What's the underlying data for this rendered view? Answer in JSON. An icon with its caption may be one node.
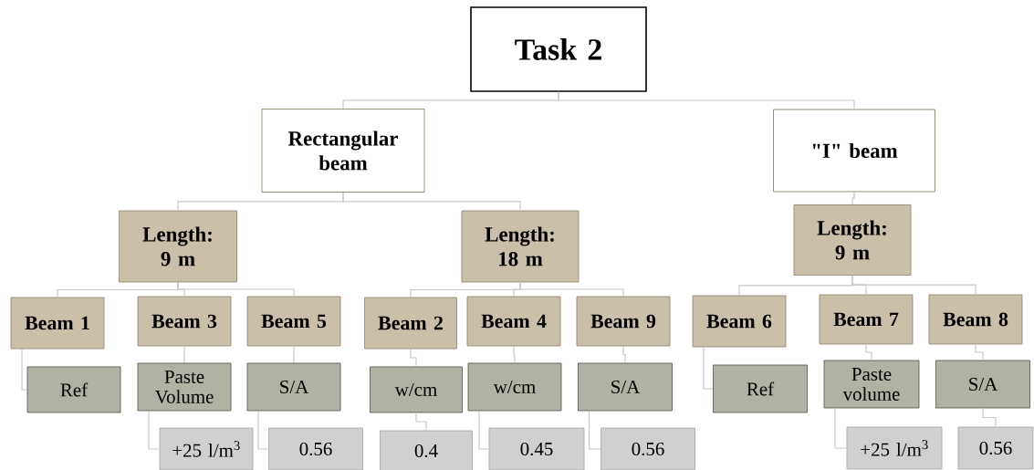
{
  "diagram": {
    "nodes": [
      {
        "text": [
          "Task 2"
        ]
      },
      {
        "text": [
          "Rectangular beam"
        ]
      },
      {
        "text": [
          "\"I\" beam"
        ]
      },
      {
        "text": [
          "Length: 9 m"
        ]
      },
      {
        "text": [
          "Length: 18 m"
        ]
      },
      {
        "text": [
          "Length: 9 m"
        ]
      },
      {
        "text": [
          "Beam 1"
        ]
      },
      {
        "text": [
          "Beam 3"
        ]
      },
      {
        "text": [
          "Beam 5"
        ]
      },
      {
        "text": [
          "Beam 2"
        ]
      },
      {
        "text": [
          "Beam 4"
        ]
      },
      {
        "text": [
          "Beam 9"
        ]
      },
      {
        "text": [
          "Beam 6"
        ]
      },
      {
        "text": [
          "Beam 7"
        ]
      },
      {
        "text": [
          "Beam 8"
        ]
      },
      {
        "text": [
          "Ref"
        ]
      },
      {
        "text": [
          "Paste Volume"
        ]
      },
      {
        "text": [
          "S/A"
        ]
      },
      {
        "text": [
          "w/cm"
        ]
      },
      {
        "text": [
          "w/cm"
        ]
      },
      {
        "text": [
          "S/A"
        ]
      },
      {
        "text": [
          "Ref"
        ]
      },
      {
        "text": [
          "Paste volume"
        ]
      },
      {
        "text": [
          "S/A"
        ]
      },
      {
        "text": [
          "+25 l/m$^{3}$"
        ]
      },
      {
        "text": [
          "0.56"
        ]
      },
      {
        "text": [
          "0.4"
        ]
      },
      {
        "text": [
          "0.45"
        ]
      },
      {
        "text": [
          "0.56"
        ]
      },
      {
        "text": [
          "+25 l/m$^{3}$"
        ]
      },
      {
        "text": [
          "0.56"
        ]
      }
    ],
    "edges": [
      {
        "from": 0,
        "to": 1,
        "arrow": "none"
      },
      {
        "from": 0,
        "to": 2,
        "arrow": "none"
      },
      {
        "from": 1,
        "to": 3,
        "arrow": "none"
      },
      {
        "from": 1,
        "to": 4,
        "arrow": "none"
      },
      {
        "from": 2,
        "to": 5,
        "arrow": "none"
      },
      {
        "from": 3,
        "to": 6,
        "arrow": "none"
      },
      {
        "from": 3,
        "to": 7,
        "arrow": "none"
      },
      {
        "from": 3,
        "to": 8,
        "arrow": "none"
      },
      {
        "from": 4,
        "to": 9,
        "arrow": "none"
      },
      {
        "from": 4,
        "to": 10,
        "arrow": "none"
      },
      {
        "from": 4,
        "to": 11,
        "arrow": "none"
      },
      {
        "from": 5,
        "to": 12,
        "arrow": "none"
      },
      {
        "from": 5,
        "to": 13,
        "arrow": "none"
      },
      {
        "from": 5,
        "to": 14,
        "arrow": "none"
      },
      {
        "from": 6,
        "to": 15,
        "arrow": "none"
      },
      {
        "from": 7,
        "to": 16,
        "arrow": "none"
      },
      {
        "from": 8,
        "to": 17,
        "arrow": "none"
      },
      {
        "from": 9,
        "to": 18,
        "arrow": "none"
      },
      {
        "from": 10,
        "to": 19,
        "arrow": "none"
      },
      {
        "from": 11,
        "to": 20,
        "arrow": "none"
      },
      {
        "from": 12,
        "to": 21,
        "arrow": "none"
      },
      {
        "from": 13,
        "to": 22,
        "arrow": "none"
      },
      {
        "from": 14,
        "to": 23,
        "arrow": "none"
      },
      {
        "from": 16,
        "to": 24,
        "arrow": "none"
      },
      {
        "from": 17,
        "to": 25,
        "arrow": "none"
      },
      {
        "from": 18,
        "to": 26,
        "arrow": "none"
      },
      {
        "from": 19,
        "to": 27,
        "arrow": "none"
      },
      {
        "from": 20,
        "to": 28,
        "arrow": "none"
      },
      {
        "from": 22,
        "to": 29,
        "arrow": "none"
      },
      {
        "from": 23,
        "to": 30,
        "arrow": "none"
      }
    ]
  }
}
